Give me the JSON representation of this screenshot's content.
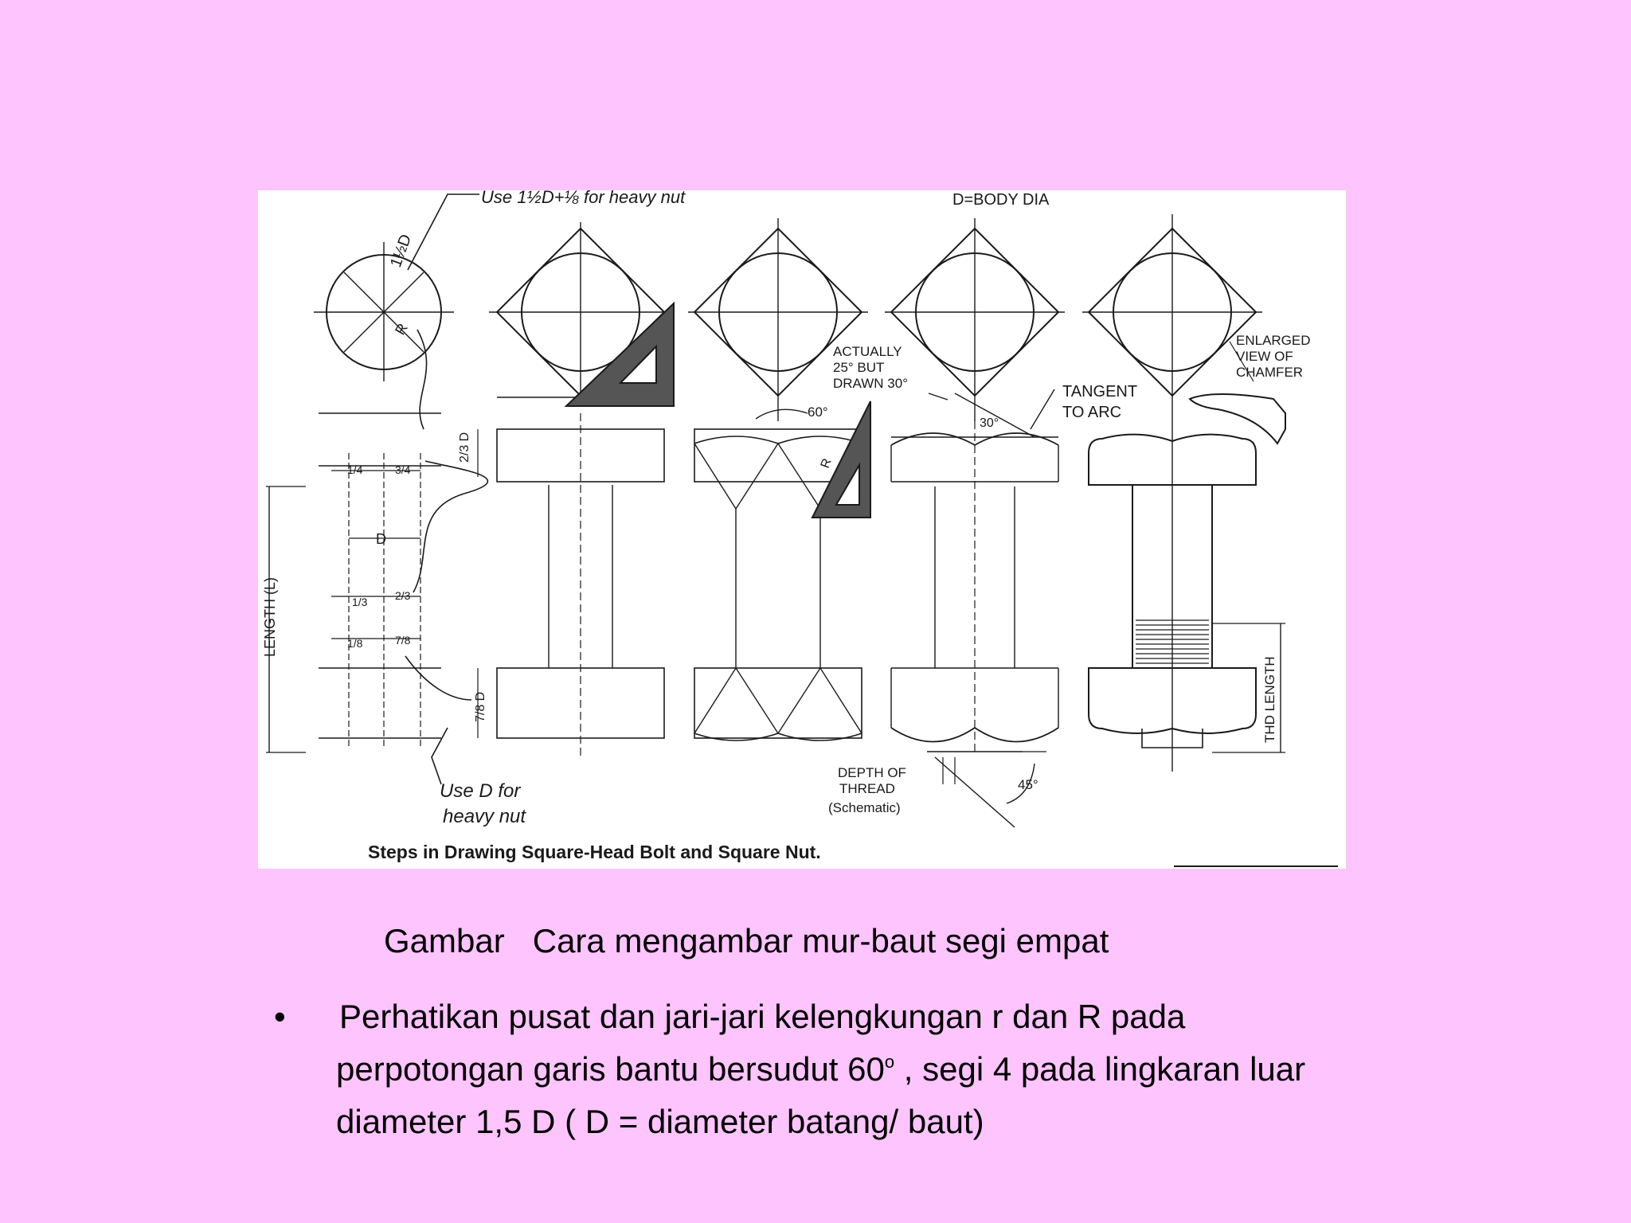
{
  "figure": {
    "heavy_nut_head_note": "Use 1½D+⅛ for heavy nut",
    "body_dia_note": "D=BODY DIA",
    "circle_dim_label": "1½D",
    "r_label": "R",
    "quarter_label": "1/4",
    "three_quarter_label": "3/4",
    "head_height_label": "2/3 D",
    "d_label": "D",
    "third_label": "1/3",
    "two_third_label": "2/3",
    "eighth_label": "1/8",
    "seven_eighth_label": "7/8",
    "nut_height_label": "7/8 D",
    "length_label": "LENGTH (L)",
    "heavy_nut_body_note_1": "Use D for",
    "heavy_nut_body_note_2": "heavy nut",
    "actually_1": "ACTUALLY",
    "actually_2": "25° BUT",
    "actually_3": "DRAWN 30°",
    "angle_60": "60°",
    "small_r": "R",
    "angle_30": "30°",
    "tangent_1": "TANGENT",
    "tangent_2": "TO ARC",
    "enlarged_1": "ENLARGED",
    "enlarged_2": "VIEW OF",
    "enlarged_3": "CHAMFER",
    "depth_1": "DEPTH OF",
    "depth_2": "THREAD",
    "depth_3": "(Schematic)",
    "angle_45": "45°",
    "thd_length": "THD LENGTH",
    "figure_title": "Steps in Drawing Square-Head Bolt and Square Nut."
  },
  "caption": {
    "label": "Gambar",
    "text": "Cara mengambar mur-baut segi empat"
  },
  "bullet": {
    "symbol": "•",
    "line1": "Perhatikan pusat dan jari-jari kelengkungan r dan R pada",
    "line2_before_sup": "perpotongan garis bantu bersudut 60",
    "line2_sup": "o",
    "line2_after_sup": " , segi 4 pada lingkaran luar",
    "line3": "diameter 1,5 D ( D = diameter batang/ baut)"
  }
}
